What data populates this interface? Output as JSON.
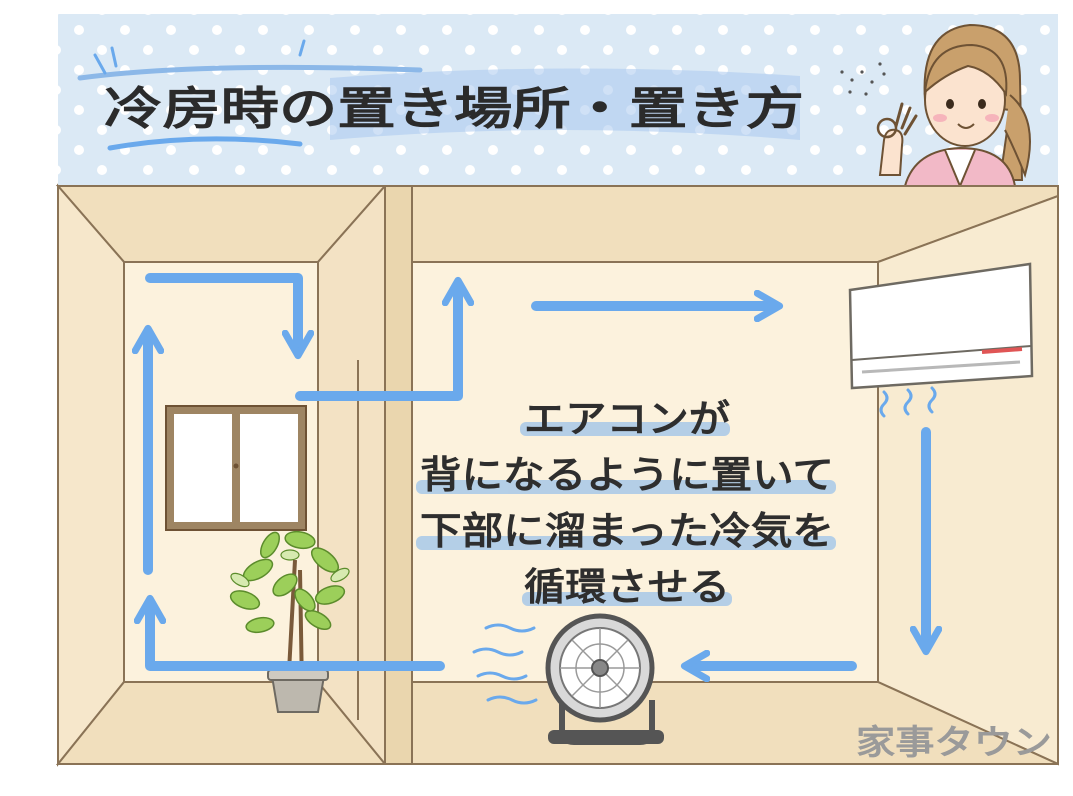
{
  "title": "冷房時の置き場所・置き方",
  "caption": {
    "lines": [
      "エアコンが",
      "背になるように置いて",
      "下部に溜まった冷気を",
      "循環させる"
    ]
  },
  "logo": "家事タウン",
  "colors": {
    "arrow": "#6aa9ec",
    "header_bg": "#dbe9f5",
    "wall": "#fcf2dd",
    "ceiling": "#f1dfbd",
    "outline": "#8a7356",
    "highlight": "#9cc3ea"
  },
  "icons": {
    "air_conditioner": "air-conditioner-icon",
    "fan": "circulator-fan-icon",
    "plant": "potted-plant-icon",
    "window": "window-icon",
    "person": "woman-ok-sign-icon"
  }
}
